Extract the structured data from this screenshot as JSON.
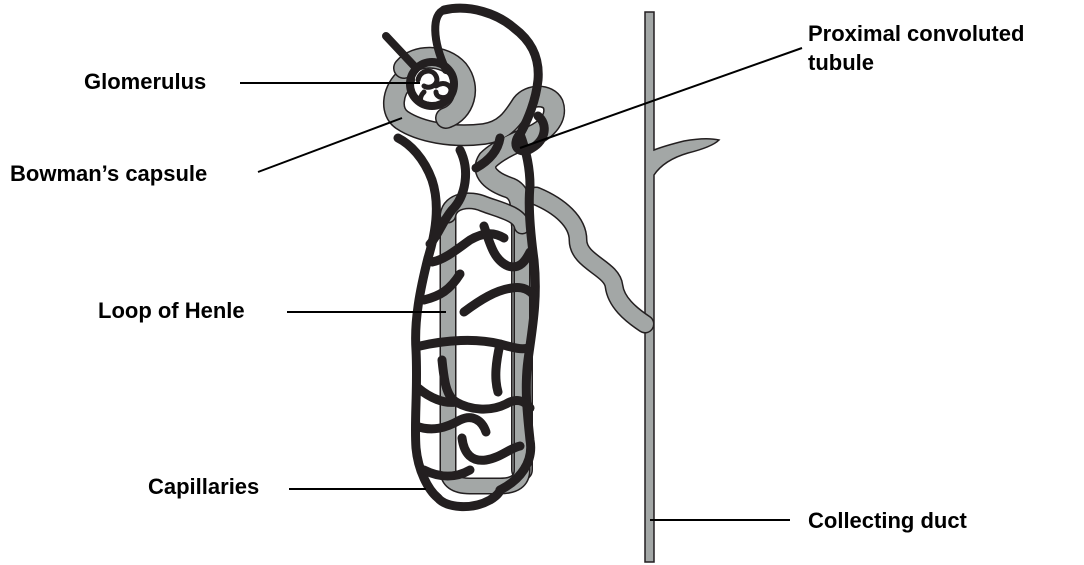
{
  "diagram": {
    "labels": {
      "glomerulus": "Glomerulus",
      "bowmans_capsule": "Bowman’s capsule",
      "loop_of_henle": "Loop of Henle",
      "capillaries": "Capillaries",
      "proximal_convoluted_tubule_line1": "Proximal convoluted",
      "proximal_convoluted_tubule_line2": "tubule",
      "collecting_duct": "Collecting duct"
    },
    "colors": {
      "tubule_fill": "#a3a7a6",
      "vessel": "#231f20",
      "leader_line": "#000000",
      "text": "#000000"
    }
  }
}
